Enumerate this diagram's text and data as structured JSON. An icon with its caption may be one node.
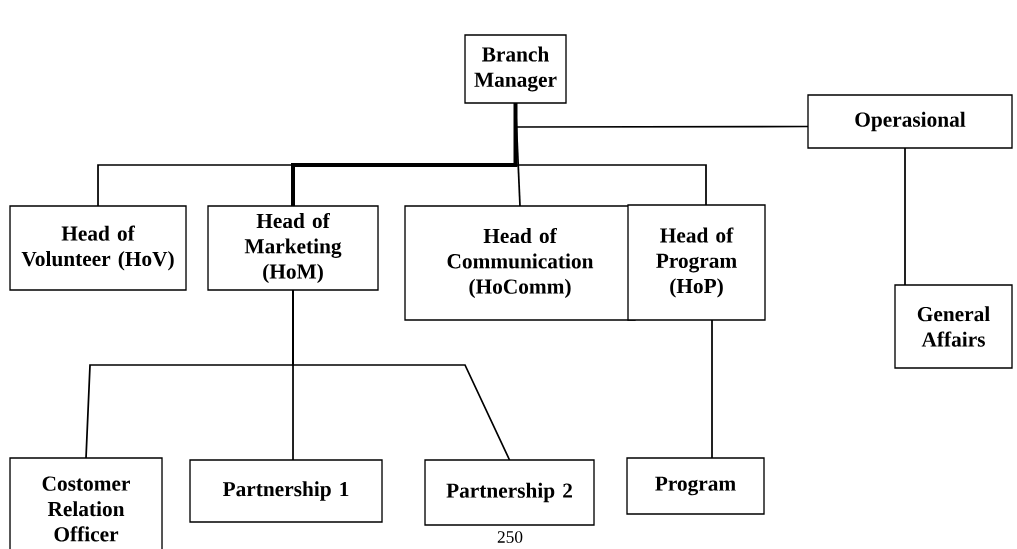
{
  "diagram": {
    "nodes": [
      {
        "text": [
          "Branch Manager"
        ]
      },
      {
        "text": [
          "Operasional"
        ]
      },
      {
        "text": [
          "Head of Volunteer (HoV)"
        ]
      },
      {
        "text": [
          "Head of Marketing (HoM)"
        ]
      },
      {
        "text": [
          "Head of Communication (HoComm)"
        ]
      },
      {
        "text": [
          "Head of Program (HoP)"
        ]
      },
      {
        "text": [
          "General Affairs"
        ]
      },
      {
        "text": [
          "Costomer Relation Officer"
        ]
      },
      {
        "text": [
          "Partnership 1"
        ]
      },
      {
        "text": [
          "Partnership 2"
        ]
      },
      {
        "text": [
          "Program"
        ]
      }
    ],
    "edges": [
      {
        "from": 0,
        "to": 1,
        "arrow": "none"
      },
      {
        "from": 0,
        "to": 2,
        "arrow": "none"
      },
      {
        "from": 0,
        "to": 3,
        "arrow": "none",
        "style": "thick"
      },
      {
        "from": 0,
        "to": 4,
        "arrow": "none"
      },
      {
        "from": 0,
        "to": 5,
        "arrow": "none"
      },
      {
        "from": 1,
        "to": 6,
        "arrow": "none"
      },
      {
        "from": 3,
        "to": 7,
        "arrow": "none"
      },
      {
        "from": 3,
        "to": 8,
        "arrow": "none"
      },
      {
        "from": 3,
        "to": 9,
        "arrow": "none"
      },
      {
        "from": 5,
        "to": 10,
        "arrow": "none"
      }
    ],
    "labels": [
      "250"
    ]
  }
}
